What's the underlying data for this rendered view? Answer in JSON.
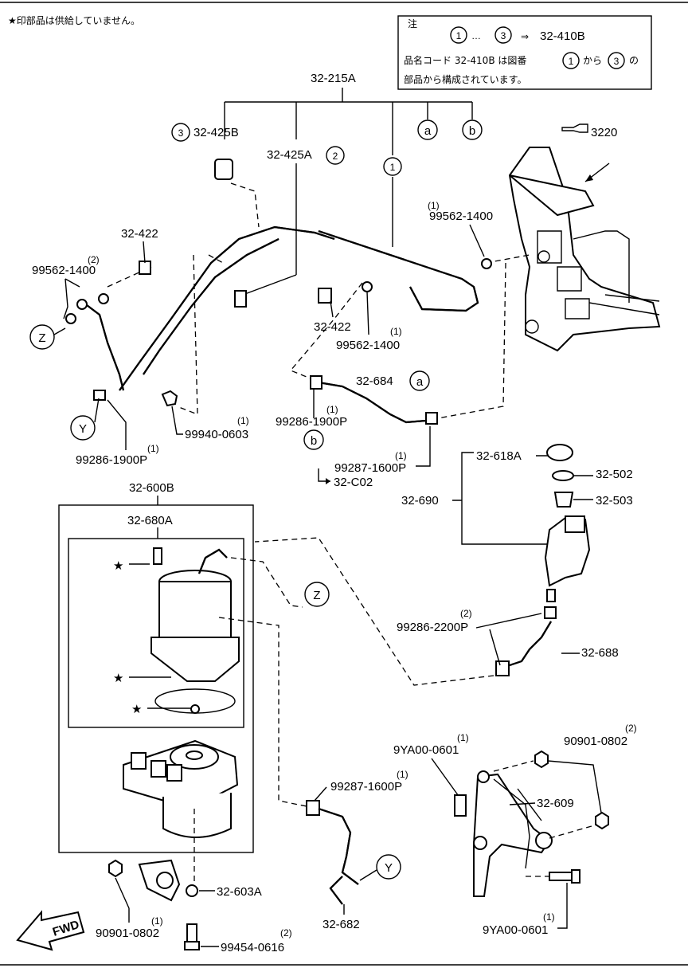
{
  "header": {
    "note_left": "★印部品は供給していません。",
    "note_box_title": "注",
    "note_box_line1_a": "1",
    "note_box_line1_mid": "…",
    "note_box_line1_b": "3",
    "note_box_line1_arrow": "⇒",
    "note_box_line1_code": "32-410B",
    "note_box_line2_pre": "品名コード 32-410B は図番",
    "note_box_line2_a": "1",
    "note_box_line2_mid": "から",
    "note_box_line2_b": "3",
    "note_box_line2_post": "の",
    "note_box_line3": "部品から構成されています。"
  },
  "ref": {
    "pointer_label": "3220"
  },
  "callouts": {
    "c1": "1",
    "c2": "2",
    "c3": "3",
    "a": "a",
    "b": "b",
    "z": "Z",
    "y": "Y"
  },
  "labels": {
    "p32_215A": "32-215A",
    "p32_425B": "32-425B",
    "p32_425A": "32-425A",
    "p32_422_left": "32-422",
    "p99562_left_qty": "(2)",
    "p99562_left": "99562-1400",
    "p99562_right_qty": "(1)",
    "p99562_right": "99562-1400",
    "p32_422_mid": "32-422",
    "p99562_mid_qty": "(1)",
    "p99562_mid": "99562-1400",
    "p32_684": "32-684",
    "p99286_1900_mid_qty": "(1)",
    "p99286_1900_mid": "99286-1900P",
    "p99940_qty": "(1)",
    "p99940": "99940-0603",
    "p99286_1900_left_qty": "(1)",
    "p99286_1900_left": "99286-1900P",
    "p99287_top_qty": "(1)",
    "p99287_top": "99287-1600P",
    "p32_C02": "32-C02",
    "p32_618A": "32-618A",
    "p32_502": "32-502",
    "p32_503": "32-503",
    "p32_690": "32-690",
    "p32_600B": "32-600B",
    "p32_680A": "32-680A",
    "p99286_2200_qty": "(2)",
    "p99286_2200": "99286-2200P",
    "p32_688": "32-688",
    "p9YA00_top_qty": "(1)",
    "p9YA00_top": "9YA00-0601",
    "p90901_right_qty": "(2)",
    "p90901_right": "90901-0802",
    "p99287_bot_qty": "(1)",
    "p99287_bot": "99287-1600P",
    "p32_609": "32-609",
    "p32_603A": "32-603A",
    "p32_682": "32-682",
    "p90901_left_qty": "(1)",
    "p90901_left": "90901-0802",
    "p99454_qty": "(2)",
    "p99454": "99454-0616",
    "p9YA00_bot_qty": "(1)",
    "p9YA00_bot": "9YA00-0601",
    "fwd": "FWD"
  }
}
